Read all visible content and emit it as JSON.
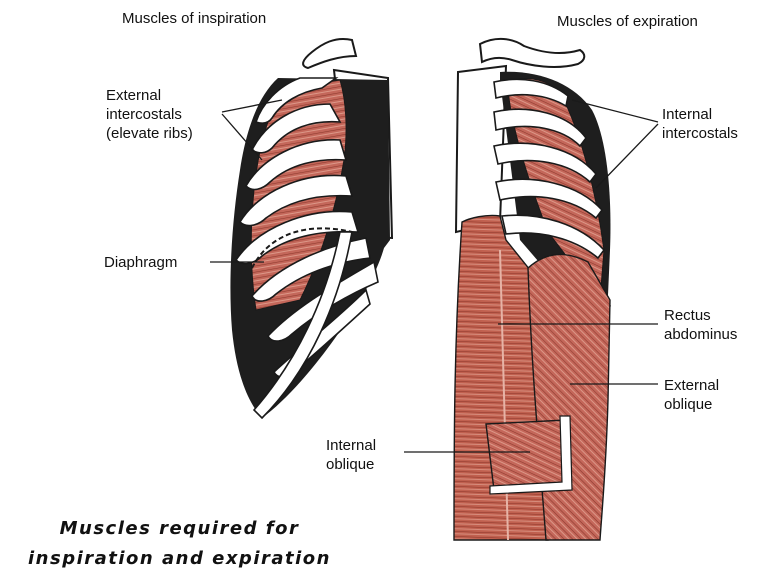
{
  "diagram": {
    "left_panel": {
      "title": "Muscles of inspiration",
      "labels": {
        "external_intercostals": "External\nintercostals\n(elevate ribs)",
        "diaphragm": "Diaphragm"
      }
    },
    "right_panel": {
      "title": "Muscles of expiration",
      "labels": {
        "internal_intercostals": "Internal\nintercostals",
        "rectus_abdominus": "Rectus\nabdominus",
        "external_oblique": "External\noblique",
        "internal_oblique": "Internal\noblique"
      }
    },
    "caption": "Muscles required for\ninspiration and expiration"
  },
  "colors": {
    "muscle": "#c4675a",
    "muscle_dark": "#8e3a2e",
    "muscle_light": "#e3a494",
    "bone": "#ffffff",
    "outline": "#1a1a1a",
    "background": "#ffffff"
  }
}
